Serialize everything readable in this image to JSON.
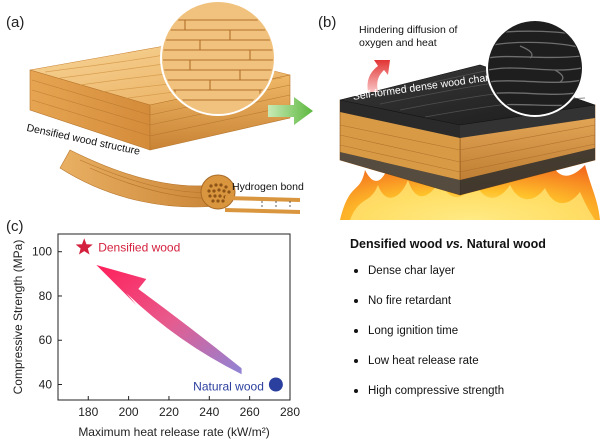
{
  "panels": {
    "a": {
      "label": "(a)",
      "structure_label": "Densified wood structure",
      "bond_label": "Hydrogen bond"
    },
    "b": {
      "label": "(b)",
      "diffusion_label_line1": "Hindering diffusion of",
      "diffusion_label_line2": "oxygen and heat",
      "char_label": "Self-formed dense wood char"
    },
    "c": {
      "label": "(c)"
    }
  },
  "chart_data": {
    "type": "scatter",
    "xlabel": "Maximum heat release rate (kW/m²)",
    "ylabel": "Compressive Strength (MPa)",
    "xlim": [
      165,
      280
    ],
    "ylim": [
      33,
      108
    ],
    "xticks": [
      180,
      200,
      220,
      240,
      260,
      280
    ],
    "yticks": [
      40,
      60,
      80,
      100
    ],
    "points": [
      {
        "name": "Densified wood",
        "x": 178,
        "y": 102,
        "marker": "star",
        "color": "#d4213d"
      },
      {
        "name": "Natural wood",
        "x": 273,
        "y": 40,
        "marker": "circle",
        "color": "#2b3f9e"
      }
    ],
    "arrow": {
      "from": {
        "x": 256,
        "y": 46
      },
      "to": {
        "x": 184,
        "y": 94
      }
    }
  },
  "comparison": {
    "title_a": "Densified wood",
    "title_vs": "vs.",
    "title_b": "Natural wood",
    "items": [
      "Dense char layer",
      "No fire retardant",
      "Long ignition time",
      "Low heat release rate",
      "High compressive strength"
    ]
  },
  "colors": {
    "wood_light": "#f3c57a",
    "wood_mid": "#e6a552",
    "wood_dark": "#c98335",
    "char": "#2b2b2b",
    "flame": "#f47b20",
    "arrow_green": "#6cc04a",
    "star_red": "#d4213d",
    "circle_blue": "#2b3f9e"
  }
}
